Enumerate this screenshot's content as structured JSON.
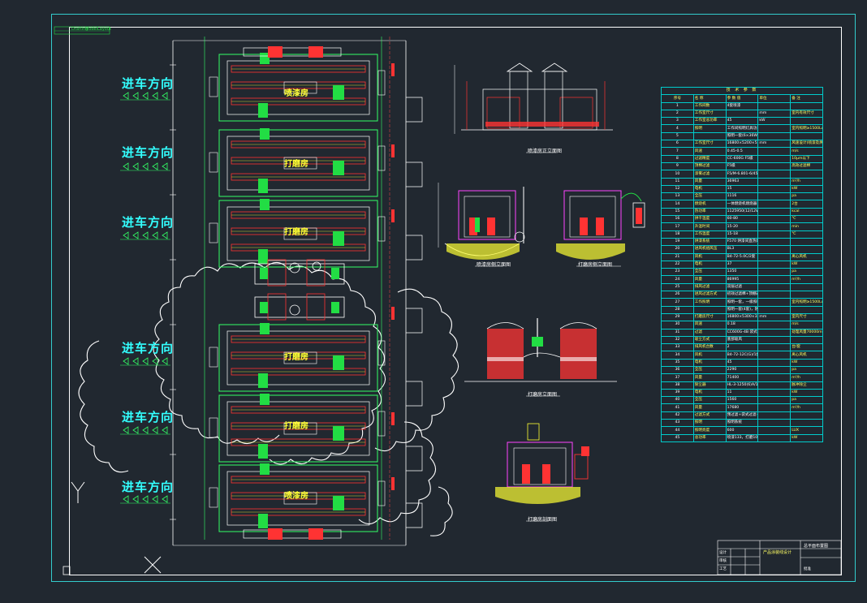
{
  "colors": {
    "background": "#212830",
    "frame": "#33cccc",
    "cyan": "#33ffff",
    "yellow": "#ffff33",
    "green": "#22dd44",
    "red": "#ff3333",
    "white": "#ffffff",
    "magenta": "#ff44ff"
  },
  "title_strip": {
    "text_1": "Drafting",
    "text_2": "Model",
    "text_3": "Layout"
  },
  "direction_labels": [
    "进车方向",
    "进车方向",
    "进车方向",
    "进车方向",
    "进车方向",
    "进车方向"
  ],
  "booth_labels": [
    "喷漆房",
    "打磨房",
    "打磨房",
    "打磨房",
    "打磨房",
    "喷漆房"
  ],
  "view_captions": [
    "喷漆房正立面图",
    "喷漆房侧立面图",
    "打磨房侧立面图",
    "打磨房立面图",
    "打磨房剖面图"
  ],
  "param_table": {
    "title": "技 术 参 数",
    "headers": [
      "序号",
      "名 称",
      "参 数 值",
      "单位",
      "备 注"
    ],
    "rows": [
      [
        "1",
        "工作间数",
        "4套喷漆",
        "",
        ""
      ],
      [
        "2",
        "工作室尺寸",
        "",
        "mm",
        "室内有效尺寸"
      ],
      [
        "3",
        "工作室总功率",
        "45",
        "kW",
        ""
      ],
      [
        "4",
        "照明",
        "工作间照明灯具功率",
        "",
        "室内照明≥1500Lux"
      ],
      [
        "5",
        "",
        "照明一套(6×36W)，防爆灯具照明系统",
        "",
        ""
      ],
      [
        "6",
        "工作室尺寸",
        "16800×5200×5300",
        "mm",
        "风速设计(喷漆及烘干)"
      ],
      [
        "7",
        "风速",
        "0.45-0.5",
        "",
        "m/s"
      ],
      [
        "8",
        "过滤精度",
        "CC-600G F5级",
        "",
        "10μm以下"
      ],
      [
        "9",
        "顶棉过滤",
        "F5级",
        "",
        "高效过滤棉"
      ],
      [
        "10",
        "漆雾过滤",
        "F5/M-6.801-6/45",
        "",
        ""
      ],
      [
        "11",
        "风量",
        "36963",
        "",
        "m³/h"
      ],
      [
        "12",
        "电机",
        "15",
        "",
        "kW"
      ],
      [
        "13",
        "全压",
        "1116",
        "",
        "pa"
      ],
      [
        "14",
        "燃烧机",
        "一体燃烧机燃烧器",
        "",
        "2台"
      ],
      [
        "15",
        "热功率",
        "1125950(12/12W)",
        "",
        "kcal"
      ],
      [
        "16",
        "烘干温度",
        "60-80",
        "",
        "℃"
      ],
      [
        "17",
        "升温时间",
        "15-20",
        "",
        "min"
      ],
      [
        "18",
        "工作温度",
        "15-18",
        "",
        "℃"
      ],
      [
        "19",
        "烘漆系统",
        "F570 烘漆间直热烘烤器",
        "",
        ""
      ],
      [
        "20",
        "进风机组风压",
        "BL3",
        "",
        ""
      ],
      [
        "21",
        "风机",
        "B4-72-5.0C/2套",
        "",
        "离心风机"
      ],
      [
        "22",
        "电机",
        "37",
        "",
        "kW"
      ],
      [
        "23",
        "全压",
        "1350",
        "",
        "pa"
      ],
      [
        "24",
        "风量",
        "86995",
        "",
        "m³/h"
      ],
      [
        "25",
        "排风过滤",
        "双层过滤",
        "",
        ""
      ],
      [
        "26",
        "进风过滤方式",
        "初效过滤棉+顶棚过滤棉",
        "",
        ""
      ],
      [
        "27",
        "工作照明",
        "照明一套，一级照明",
        "",
        "室内照明≥1500Lux"
      ],
      [
        "28",
        "",
        "照明一套(4套)，防爆灯具照明系统",
        "",
        ""
      ],
      [
        "29",
        "打磨房尺寸",
        "16800×5300×3300",
        "mm",
        "室内尺寸"
      ],
      [
        "30",
        "风速",
        "0.18",
        "",
        "m/s"
      ],
      [
        "31",
        "过滤",
        "CC600G-4B 袋式除尘器",
        "",
        "处理风量70000m³/h"
      ],
      [
        "32",
        "吸尘方式",
        "底部吸风",
        "",
        ""
      ],
      [
        "33",
        "排风机台数",
        "2",
        "",
        "台/套"
      ],
      [
        "34",
        "风机",
        "B4-72-12C(G)/1套",
        "",
        "离心风机"
      ],
      [
        "35",
        "电机",
        "45",
        "",
        "kW"
      ],
      [
        "36",
        "全压",
        "2290",
        "",
        "pa"
      ],
      [
        "37",
        "风量",
        "71400",
        "",
        "m³/h"
      ],
      [
        "38",
        "除尘器",
        "HL-3-1250(6)A/1套",
        "",
        "脉冲除尘"
      ],
      [
        "39",
        "电机",
        "11",
        "",
        "kW"
      ],
      [
        "40",
        "全压",
        "1560",
        "",
        "pa"
      ],
      [
        "41",
        "风量",
        "17680",
        "",
        "m³/h"
      ],
      [
        "42",
        "过滤方式",
        "预过滤+袋式过滤+活性炭",
        "",
        ""
      ],
      [
        "43",
        "照明",
        "照明系统",
        "",
        ""
      ],
      [
        "44",
        "照明亮度",
        "600",
        "",
        "LUX"
      ],
      [
        "45",
        "总功率",
        "喷漆133，打磨103",
        "",
        "kW"
      ]
    ]
  },
  "title_block": {
    "project": "产品涂装线设计",
    "drawing": "总平面布置图",
    "rows": [
      "设计",
      "审核",
      "工艺",
      "批准"
    ]
  }
}
